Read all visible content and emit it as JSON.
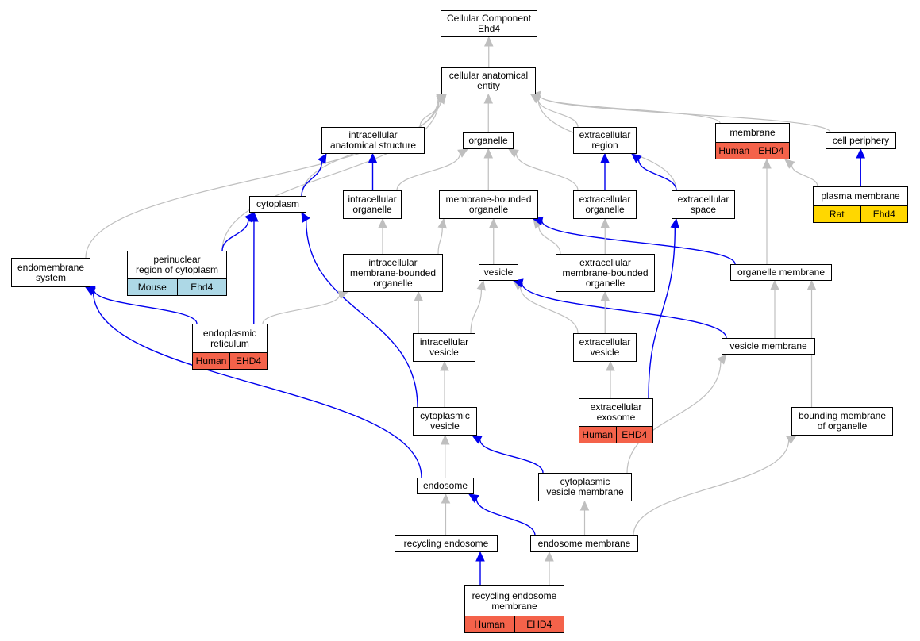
{
  "colors": {
    "gray_edge": "#bfbfbf",
    "blue_edge": "#0000ee",
    "human": "#f4624a",
    "mouse": "#add8e6",
    "rat": "#ffd700"
  },
  "nodes": {
    "root": {
      "lines": [
        "Cellular Component",
        "Ehd4"
      ]
    },
    "cellular_anatomical_entity": {
      "lines": [
        "cellular anatomical",
        "entity"
      ]
    },
    "intracellular_anatomical_structure": {
      "lines": [
        "intracellular",
        "anatomical structure"
      ]
    },
    "organelle": {
      "lines": [
        "organelle"
      ]
    },
    "extracellular_region": {
      "lines": [
        "extracellular",
        "region"
      ]
    },
    "membrane": {
      "lines": [
        "membrane"
      ],
      "annotation": {
        "species": "Human",
        "gene": "EHD4"
      }
    },
    "cell_periphery": {
      "lines": [
        "cell periphery"
      ]
    },
    "cytoplasm": {
      "lines": [
        "cytoplasm"
      ]
    },
    "intracellular_organelle": {
      "lines": [
        "intracellular",
        "organelle"
      ]
    },
    "membrane_bounded_organelle": {
      "lines": [
        "membrane-bounded",
        "organelle"
      ]
    },
    "extracellular_organelle": {
      "lines": [
        "extracellular",
        "organelle"
      ]
    },
    "extracellular_space": {
      "lines": [
        "extracellular",
        "space"
      ]
    },
    "plasma_membrane": {
      "lines": [
        "plasma membrane"
      ],
      "annotation": {
        "species": "Rat",
        "gene": "Ehd4"
      }
    },
    "perinuclear_region": {
      "lines": [
        "perinuclear",
        "region of cytoplasm"
      ],
      "annotation": {
        "species": "Mouse",
        "gene": "Ehd4"
      }
    },
    "endomembrane_system": {
      "lines": [
        "endomembrane",
        "system"
      ]
    },
    "intracellular_mb_organelle": {
      "lines": [
        "intracellular",
        "membrane-bounded",
        "organelle"
      ]
    },
    "vesicle": {
      "lines": [
        "vesicle"
      ]
    },
    "extracellular_mb_organelle": {
      "lines": [
        "extracellular",
        "membrane-bounded",
        "organelle"
      ]
    },
    "organelle_membrane": {
      "lines": [
        "organelle membrane"
      ]
    },
    "endoplasmic_reticulum": {
      "lines": [
        "endoplasmic",
        "reticulum"
      ],
      "annotation": {
        "species": "Human",
        "gene": "EHD4"
      }
    },
    "intracellular_vesicle": {
      "lines": [
        "intracellular",
        "vesicle"
      ]
    },
    "extracellular_vesicle": {
      "lines": [
        "extracellular",
        "vesicle"
      ]
    },
    "vesicle_membrane": {
      "lines": [
        "vesicle membrane"
      ]
    },
    "extracellular_exosome": {
      "lines": [
        "extracellular",
        "exosome"
      ],
      "annotation": {
        "species": "Human",
        "gene": "EHD4"
      }
    },
    "cytoplasmic_vesicle": {
      "lines": [
        "cytoplasmic",
        "vesicle"
      ]
    },
    "bounding_membrane": {
      "lines": [
        "bounding membrane",
        "of organelle"
      ]
    },
    "endosome": {
      "lines": [
        "endosome"
      ]
    },
    "cytoplasmic_vesicle_membrane": {
      "lines": [
        "cytoplasmic",
        "vesicle membrane"
      ]
    },
    "recycling_endosome": {
      "lines": [
        "recycling endosome"
      ]
    },
    "endosome_membrane": {
      "lines": [
        "endosome membrane"
      ]
    },
    "recycling_endosome_membrane": {
      "lines": [
        "recycling endosome",
        "membrane"
      ],
      "annotation": {
        "species": "Human",
        "gene": "EHD4"
      }
    }
  },
  "edges": [
    {
      "from": "cellular_anatomical_entity",
      "to": "root",
      "kind": "gray"
    },
    {
      "from": "intracellular_anatomical_structure",
      "to": "cellular_anatomical_entity",
      "kind": "gray"
    },
    {
      "from": "organelle",
      "to": "cellular_anatomical_entity",
      "kind": "gray"
    },
    {
      "from": "extracellular_region",
      "to": "cellular_anatomical_entity",
      "kind": "gray"
    },
    {
      "from": "membrane",
      "to": "cellular_anatomical_entity",
      "kind": "gray"
    },
    {
      "from": "cell_periphery",
      "to": "cellular_anatomical_entity",
      "kind": "gray"
    },
    {
      "from": "cytoplasm",
      "to": "cellular_anatomical_entity",
      "kind": "gray"
    },
    {
      "from": "perinuclear_region",
      "to": "cellular_anatomical_entity",
      "kind": "gray"
    },
    {
      "from": "endomembrane_system",
      "to": "cellular_anatomical_entity",
      "kind": "gray"
    },
    {
      "from": "extracellular_space",
      "to": "cellular_anatomical_entity",
      "kind": "gray"
    },
    {
      "from": "cytoplasm",
      "to": "intracellular_anatomical_structure",
      "kind": "blue"
    },
    {
      "from": "intracellular_organelle",
      "to": "intracellular_anatomical_structure",
      "kind": "blue"
    },
    {
      "from": "intracellular_organelle",
      "to": "organelle",
      "kind": "gray"
    },
    {
      "from": "membrane_bounded_organelle",
      "to": "organelle",
      "kind": "gray"
    },
    {
      "from": "extracellular_organelle",
      "to": "organelle",
      "kind": "gray"
    },
    {
      "from": "extracellular_organelle",
      "to": "extracellular_region",
      "kind": "blue"
    },
    {
      "from": "extracellular_space",
      "to": "extracellular_region",
      "kind": "blue"
    },
    {
      "from": "plasma_membrane",
      "to": "cell_periphery",
      "kind": "blue"
    },
    {
      "from": "plasma_membrane",
      "to": "membrane",
      "kind": "gray"
    },
    {
      "from": "organelle_membrane",
      "to": "membrane",
      "kind": "gray"
    },
    {
      "from": "perinuclear_region",
      "to": "cytoplasm",
      "kind": "blue"
    },
    {
      "from": "endoplasmic_reticulum",
      "to": "cytoplasm",
      "kind": "blue"
    },
    {
      "from": "cytoplasmic_vesicle",
      "to": "cytoplasm",
      "kind": "blue"
    },
    {
      "from": "intracellular_mb_organelle",
      "to": "intracellular_organelle",
      "kind": "gray"
    },
    {
      "from": "intracellular_mb_organelle",
      "to": "membrane_bounded_organelle",
      "kind": "gray"
    },
    {
      "from": "vesicle",
      "to": "membrane_bounded_organelle",
      "kind": "gray"
    },
    {
      "from": "extracellular_mb_organelle",
      "to": "membrane_bounded_organelle",
      "kind": "gray"
    },
    {
      "from": "organelle_membrane",
      "to": "membrane_bounded_organelle",
      "kind": "blue"
    },
    {
      "from": "extracellular_mb_organelle",
      "to": "extracellular_organelle",
      "kind": "gray"
    },
    {
      "from": "extracellular_exosome",
      "to": "extracellular_space",
      "kind": "blue"
    },
    {
      "from": "endoplasmic_reticulum",
      "to": "endomembrane_system",
      "kind": "blue"
    },
    {
      "from": "endosome",
      "to": "endomembrane_system",
      "kind": "blue"
    },
    {
      "from": "endoplasmic_reticulum",
      "to": "intracellular_mb_organelle",
      "kind": "gray"
    },
    {
      "from": "intracellular_vesicle",
      "to": "intracellular_mb_organelle",
      "kind": "gray"
    },
    {
      "from": "intracellular_vesicle",
      "to": "vesicle",
      "kind": "gray"
    },
    {
      "from": "extracellular_vesicle",
      "to": "vesicle",
      "kind": "gray"
    },
    {
      "from": "vesicle_membrane",
      "to": "vesicle",
      "kind": "blue"
    },
    {
      "from": "extracellular_vesicle",
      "to": "extracellular_mb_organelle",
      "kind": "gray"
    },
    {
      "from": "vesicle_membrane",
      "to": "organelle_membrane",
      "kind": "gray"
    },
    {
      "from": "bounding_membrane",
      "to": "organelle_membrane",
      "kind": "gray"
    },
    {
      "from": "cytoplasmic_vesicle",
      "to": "intracellular_vesicle",
      "kind": "gray"
    },
    {
      "from": "extracellular_exosome",
      "to": "extracellular_vesicle",
      "kind": "gray"
    },
    {
      "from": "cytoplasmic_vesicle_membrane",
      "to": "vesicle_membrane",
      "kind": "gray"
    },
    {
      "from": "endosome",
      "to": "cytoplasmic_vesicle",
      "kind": "gray"
    },
    {
      "from": "cytoplasmic_vesicle_membrane",
      "to": "cytoplasmic_vesicle",
      "kind": "blue"
    },
    {
      "from": "endosome_membrane",
      "to": "bounding_membrane",
      "kind": "gray"
    },
    {
      "from": "recycling_endosome",
      "to": "endosome",
      "kind": "gray"
    },
    {
      "from": "endosome_membrane",
      "to": "endosome",
      "kind": "blue"
    },
    {
      "from": "endosome_membrane",
      "to": "cytoplasmic_vesicle_membrane",
      "kind": "gray"
    },
    {
      "from": "recycling_endosome_membrane",
      "to": "recycling_endosome",
      "kind": "blue"
    },
    {
      "from": "recycling_endosome_membrane",
      "to": "endosome_membrane",
      "kind": "gray"
    }
  ]
}
